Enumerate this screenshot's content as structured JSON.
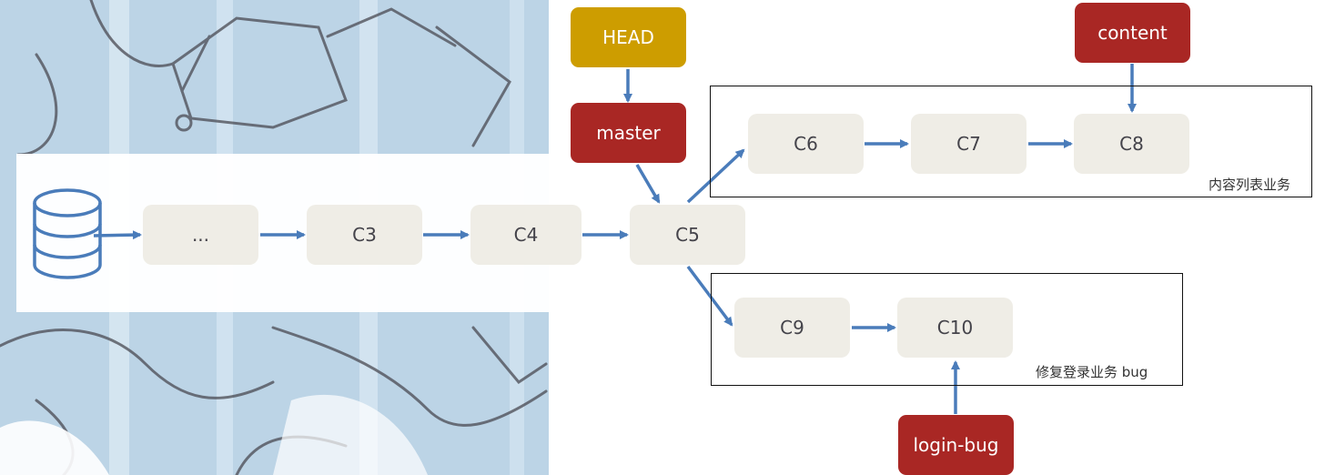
{
  "commits": {
    "ellipsis": "...",
    "c3": "C3",
    "c4": "C4",
    "c5": "C5",
    "c6": "C6",
    "c7": "C7",
    "c8": "C8",
    "c9": "C9",
    "c10": "C10"
  },
  "pointers": {
    "head": "HEAD",
    "master": "master",
    "content": "content",
    "login_bug": "login-bug"
  },
  "groups": {
    "content_list": "内容列表业务",
    "login_fix": "修复登录业务 bug"
  },
  "colors": {
    "arrow": "#4a7cba",
    "branch": "#a92724",
    "head": "#cd9d00",
    "commit_fill": "#efede6",
    "db_icon": "#4a7cba"
  },
  "icons": {
    "repository": "database-icon"
  }
}
